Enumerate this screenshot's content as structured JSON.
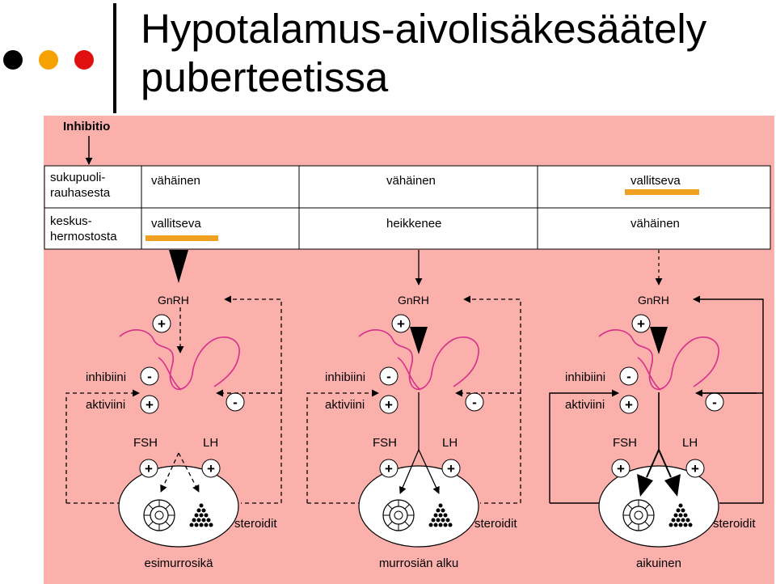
{
  "slide": {
    "title_line1": "Hypotalamus-aivolisäkesäätely",
    "title_line2": "puberteetissa"
  },
  "bullet_colors": [
    "#000000",
    "#f5a100",
    "#e01010"
  ],
  "colors": {
    "background": "#fbb0ac",
    "highlight_bar": "#f0a020",
    "table_bg": "#ffffff",
    "drawing_stroke": "#000000",
    "hypothalamus_stroke": "#d6308a"
  },
  "inhibition_label": "Inhibitio",
  "table": {
    "rows": [
      {
        "source": [
          "sukupuoli-",
          "rauhasesta"
        ],
        "values": [
          "vähäinen",
          "vähäinen",
          "vallitseva"
        ],
        "highlight_col": 2
      },
      {
        "source": [
          "keskus-",
          "hermostosta"
        ],
        "values": [
          "vallitseva",
          "heikkenee",
          "vähäinen"
        ],
        "highlight_col": 0
      }
    ]
  },
  "panel_labels": {
    "gnrh": "GnRH",
    "inhibin": "inhibiini",
    "activin": "aktiviini",
    "fsh": "FSH",
    "lh": "LH",
    "steroids": "steroidit",
    "plus": "+",
    "minus": "-"
  },
  "stages": [
    {
      "name": "esimurrosikä",
      "gnrh_input": "strong",
      "pituitary_output": "dashed"
    },
    {
      "name": "murrosiän alku",
      "gnrh_input": "thin",
      "pituitary_output": "thin"
    },
    {
      "name": "aikuinen",
      "gnrh_input": "dashed",
      "pituitary_output": "strong"
    }
  ]
}
